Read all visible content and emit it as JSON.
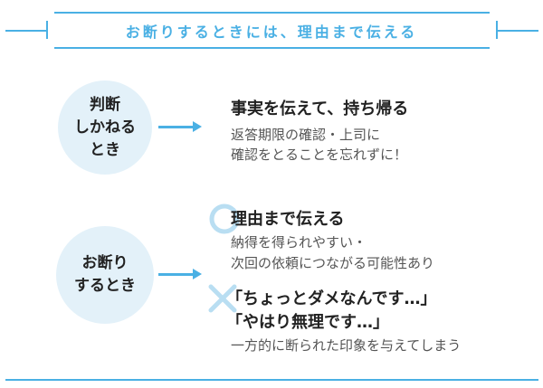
{
  "header": {
    "title": "お断りするときには、理由まで伝える"
  },
  "case1": {
    "label": [
      "判断",
      "しかねる",
      "とき"
    ],
    "result_title": "事実を伝えて、持ち帰る",
    "result_lines": [
      "返答期限の確認・上司に",
      "確認をとることを忘れずに！"
    ]
  },
  "case2": {
    "label": [
      "お断り",
      "するとき"
    ],
    "good": {
      "mark": "○",
      "title": "理由まで伝える",
      "lines": [
        "納得を得られやすい・",
        "次回の依頼につながる可能性あり"
      ]
    },
    "bad": {
      "mark": "×",
      "quotes": [
        "「ちょっとダメなんです…」",
        "「やはり無理です…」"
      ],
      "note": "一方的に断られた印象を与えてしまう"
    }
  },
  "colors": {
    "accent": "#4ab0e4",
    "circle": "#e3f1f9"
  }
}
